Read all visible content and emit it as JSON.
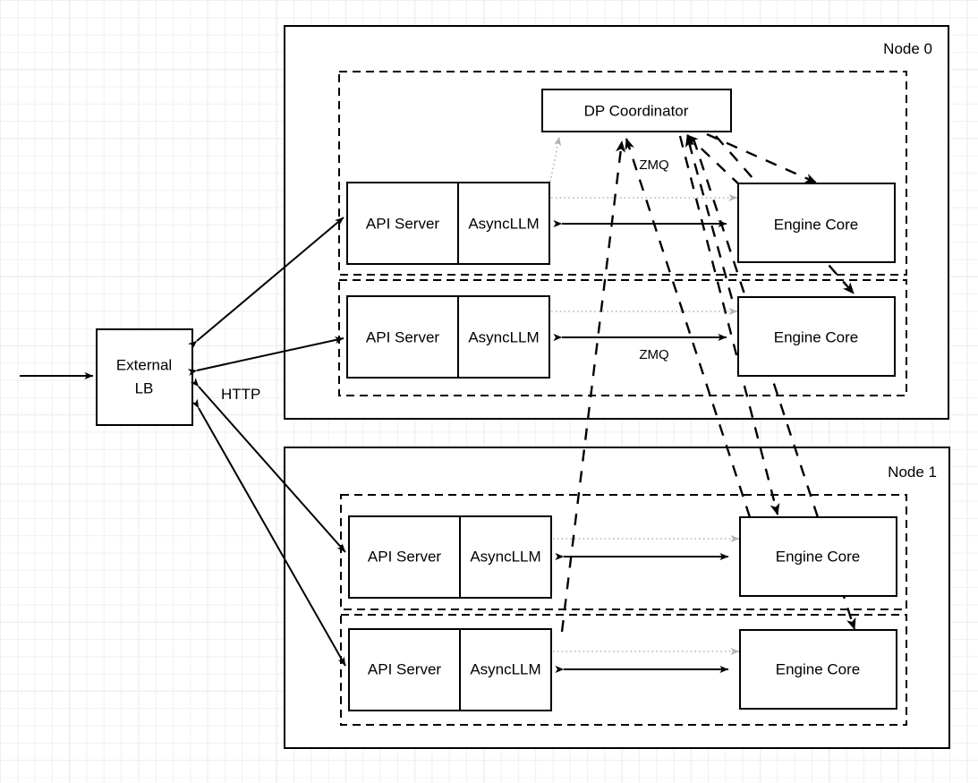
{
  "diagram": {
    "title": "vLLM data-parallel deployment topology",
    "background": {
      "grid": true,
      "grid_color": "#e6e6e6",
      "page_color": "#ffffff"
    },
    "colors": {
      "stroke": "#000000",
      "fill": "#ffffff",
      "dotted_arrow": "#b3b3b3"
    }
  },
  "external": {
    "lb_label_line1": "External",
    "lb_label_line2": "LB",
    "http_label": "HTTP"
  },
  "coordinator": {
    "label": "DP Coordinator"
  },
  "edge_labels": {
    "zmq_top": "ZMQ",
    "zmq_mid": "ZMQ"
  },
  "nodes": [
    {
      "name": "Node 0",
      "groups": [
        {
          "api_server": "API Server",
          "async_llm": "AsyncLLM",
          "engine_core": "Engine Core"
        },
        {
          "api_server": "API Server",
          "async_llm": "AsyncLLM",
          "engine_core": "Engine Core"
        }
      ]
    },
    {
      "name": "Node 1",
      "groups": [
        {
          "api_server": "API Server",
          "async_llm": "AsyncLLM",
          "engine_core": "Engine Core"
        },
        {
          "api_server": "API Server",
          "async_llm": "AsyncLLM",
          "engine_core": "Engine Core"
        }
      ]
    }
  ]
}
